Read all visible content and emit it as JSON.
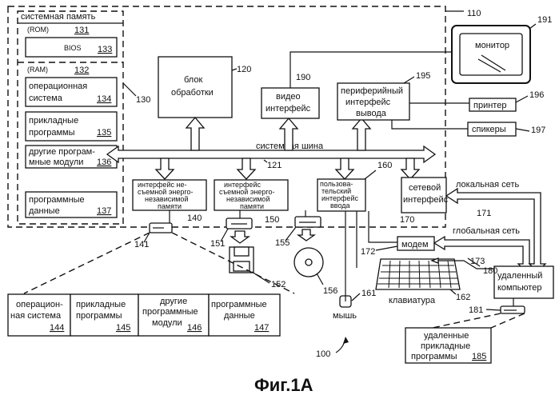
{
  "figure": {
    "caption": "Фиг.1А",
    "ref_system": "100",
    "ref_computer": "110",
    "ref_memory_group": "130"
  },
  "system_memory": {
    "label": "системная память",
    "rom": {
      "label": "(ROM)",
      "ref": "131"
    },
    "bios": {
      "label": "BIOS",
      "ref": "133"
    },
    "ram": {
      "label": "(RAM)",
      "ref": "132"
    },
    "os": {
      "line1": "операционная",
      "line2": "система",
      "ref": "134"
    },
    "apps": {
      "line1": "прикладные",
      "line2": "программы",
      "ref": "135"
    },
    "other_modules": {
      "line1": "другие програм-",
      "line2": "мные модули",
      "ref": "136"
    },
    "program_data": {
      "line1": "программные",
      "line2": "данные",
      "ref": "137"
    }
  },
  "processing_unit": {
    "line1": "блок",
    "line2": "обработки",
    "ref": "120"
  },
  "video_interface": {
    "line1": "видео",
    "line2": "интерфейс",
    "ref": "190"
  },
  "monitor": {
    "label": "монитор",
    "ref": "191"
  },
  "peripheral_interface": {
    "line1": "периферийный",
    "line2": "интерфейс",
    "line3": "вывода",
    "ref": "195"
  },
  "printer": {
    "label": "принтер",
    "ref": "196"
  },
  "speakers": {
    "label": "спикеры",
    "ref": "197"
  },
  "system_bus": {
    "label": "системная шина",
    "ref": "121"
  },
  "nonremovable_iface": {
    "line1": "интерфейс не-",
    "line2": "съемной энерго-",
    "line3": "независимой",
    "line4": "памяти",
    "ref": "140"
  },
  "removable_iface": {
    "line1": "интерфейс",
    "line2": "съемной энерго-",
    "line3": "независимой",
    "line4": "памяти",
    "ref": "150"
  },
  "user_input_iface": {
    "line1": "пользова-",
    "line2": "тельский",
    "line3": "интерфейс",
    "line4": "ввода",
    "ref": "160"
  },
  "network_iface": {
    "line1": "сетевой",
    "line2": "интерфейс",
    "ref": "170"
  },
  "lan": {
    "label": "локальная сеть",
    "ref": "171"
  },
  "wan": {
    "label": "глобальная сеть",
    "ref": "173"
  },
  "modem": {
    "label": "модем",
    "ref": "172"
  },
  "remote_computer": {
    "line1": "удаленный",
    "line2": "компьютер",
    "ref": "180"
  },
  "remote_apps": {
    "line1": "удаленные",
    "line2": "прикладные",
    "line3": "программы",
    "ref": "185",
    "ref_device": "181"
  },
  "keyboard": {
    "label": "клавиатура",
    "ref": "162"
  },
  "mouse": {
    "label": "мышь",
    "ref": "161"
  },
  "hard_disk": {
    "ref": "141"
  },
  "floppy_drive": {
    "ref": "151"
  },
  "floppy_disk": {
    "ref": "152"
  },
  "optical_drive": {
    "ref": "155"
  },
  "optical_disk": {
    "ref": "156"
  },
  "disk_contents": {
    "os": {
      "line1": "операцион-",
      "line2": "ная система",
      "ref": "144"
    },
    "apps": {
      "line1": "прикладные",
      "line2": "программы",
      "ref": "145"
    },
    "other": {
      "line1": "другие",
      "line2": "программные",
      "line3": "модули",
      "ref": "146"
    },
    "data": {
      "line1": "программные",
      "line2": "данные",
      "ref": "147"
    }
  }
}
